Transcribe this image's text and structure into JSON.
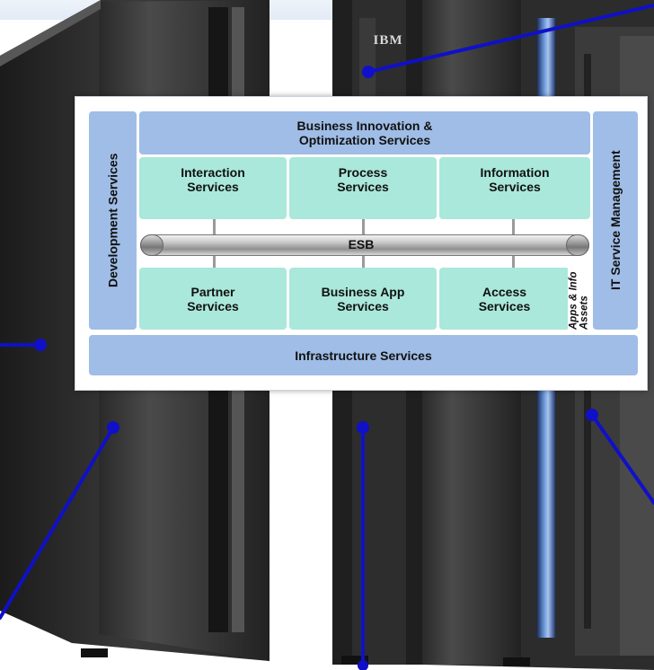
{
  "logo_text": "IBM",
  "diagram": {
    "top_services": "Business Innovation & Optimization Services",
    "left_services": "Development Services",
    "right_services": "IT Service Management",
    "upper_row": [
      "Interaction Services",
      "Process Services",
      "Information Services"
    ],
    "bus": "ESB",
    "lower_row": [
      "Partner Services",
      "Business App Services",
      "Access Services"
    ],
    "apps_assets": "Apps & Info Assets",
    "bottom_services": "Infrastructure Services"
  },
  "colors": {
    "service_blue": "#9fbde6",
    "service_teal": "#a9e8da",
    "callout_line": "#1010c8",
    "mainframe_dark": "#2b2b2b"
  }
}
